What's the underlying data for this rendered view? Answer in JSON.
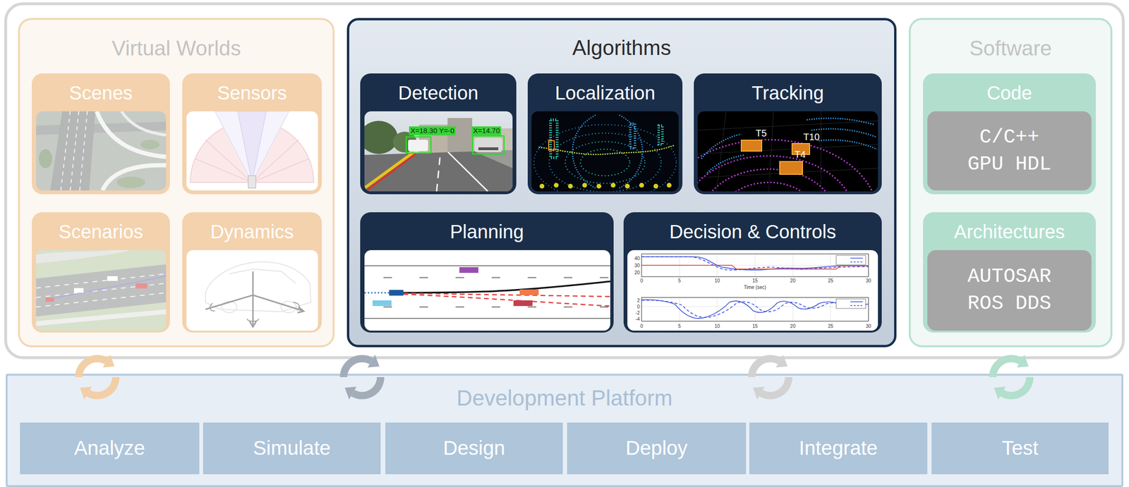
{
  "diagram": {
    "nodes": [
      {
        "text": [
          "Virtual Worlds"
        ]
      },
      {
        "text": [
          "Scenes"
        ],
        "in": 0
      },
      {
        "text": [
          "Sensors"
        ],
        "in": 0
      },
      {
        "text": [
          "Scenarios"
        ],
        "in": 0
      },
      {
        "text": [
          "Dynamics"
        ],
        "in": 0
      },
      {
        "text": [
          "Algorithms"
        ]
      },
      {
        "text": [
          "Detection"
        ],
        "in": 5
      },
      {
        "text": [
          "Localization"
        ],
        "in": 5
      },
      {
        "text": [
          "Tracking"
        ],
        "in": 5
      },
      {
        "text": [
          "Planning"
        ],
        "in": 5
      },
      {
        "text": [
          "Decision & Controls"
        ],
        "in": 5
      },
      {
        "text": [
          "Software"
        ]
      },
      {
        "text": [
          "Code"
        ],
        "in": 11
      },
      {
        "text": [
          "C/C++ GPU HDL"
        ],
        "in": 12
      },
      {
        "text": [
          "Architectures"
        ],
        "in": 11
      },
      {
        "text": [
          "AUTOSAR ROS DDS"
        ],
        "in": 14
      },
      {
        "text": [
          "Development Platform"
        ]
      },
      {
        "text": [
          "Analyze"
        ],
        "in": 16
      },
      {
        "text": [
          "Simulate"
        ],
        "in": 16
      },
      {
        "text": [
          "Design"
        ],
        "in": 16
      },
      {
        "text": [
          "Deploy"
        ],
        "in": 16
      },
      {
        "text": [
          "Integrate"
        ],
        "in": 16
      },
      {
        "text": [
          "Test"
        ],
        "in": 16
      }
    ],
    "labels": [
      "X=18.30 Y=-0",
      "X=14.70",
      "T5",
      "T10",
      "T4",
      "0",
      "5",
      "10",
      "15",
      "20",
      "25",
      "30",
      "Time (sec)",
      "40",
      "30",
      "20",
      "0",
      "5",
      "10",
      "15",
      "20",
      "25",
      "30",
      "2",
      "0",
      "-2",
      "-4"
    ]
  }
}
